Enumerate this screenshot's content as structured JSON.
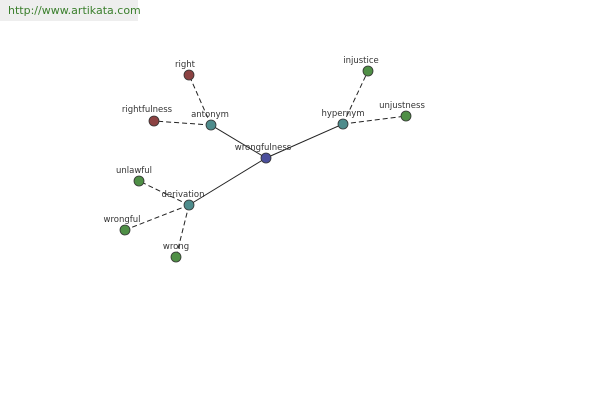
{
  "watermark": "http://www.artikata.com",
  "colors": {
    "center": "#4b4f9c",
    "relation": "#4e8c8c",
    "related": "#4f8f46",
    "antonym_term": "#8c4242",
    "edge": "#222222"
  },
  "nodes": {
    "center": "wrongfulness",
    "antonym": "antonym",
    "hypernym": "hypernym",
    "derivation": "derivation",
    "right": "right",
    "rightfulness": "rightfulness",
    "injustice": "injustice",
    "unjustness": "unjustness",
    "unlawful": "unlawful",
    "wrongful": "wrongful",
    "wrong": "wrong"
  }
}
